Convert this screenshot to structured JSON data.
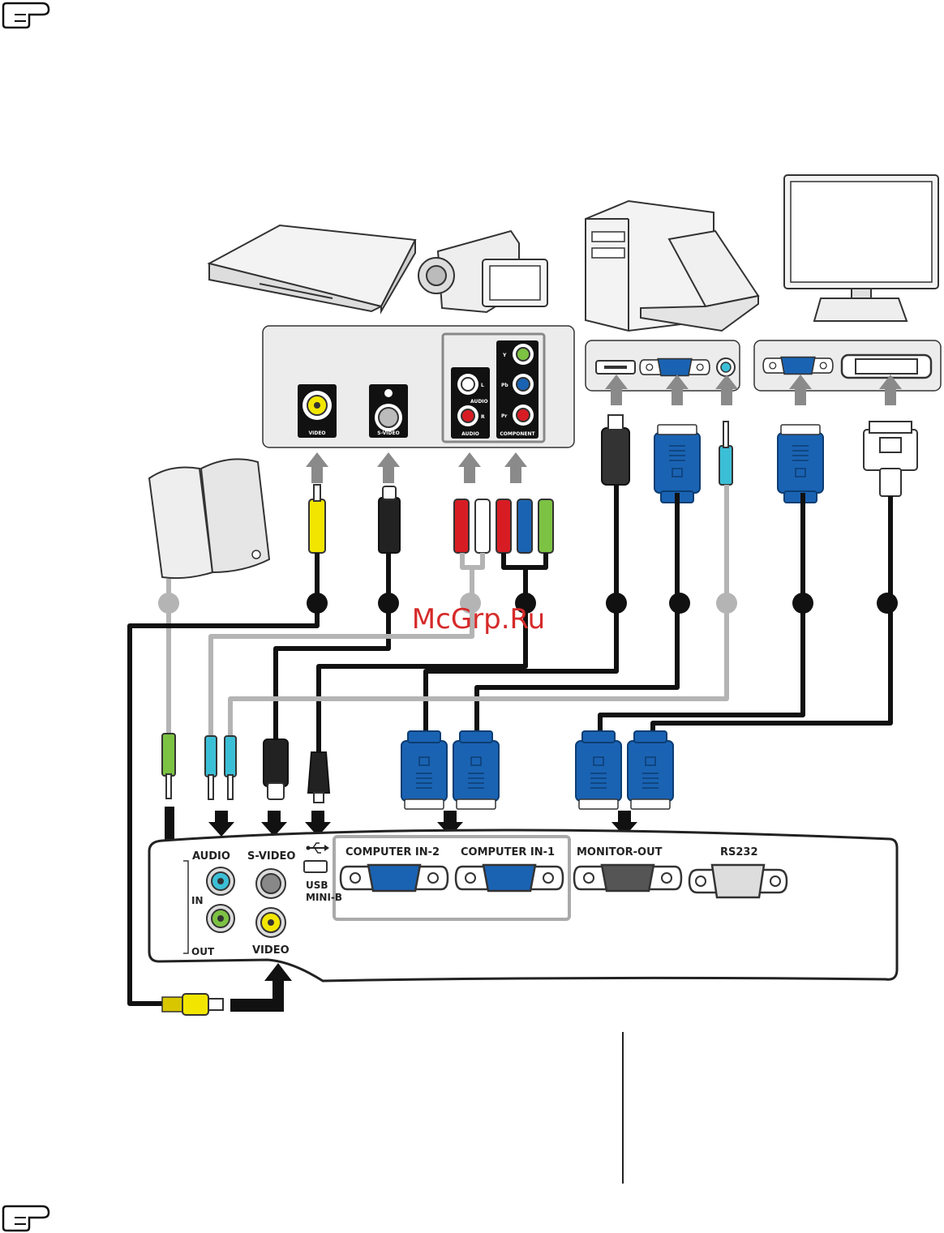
{
  "watermark": "McGrp.Ru",
  "device_panel": {
    "video": "VIDEO",
    "svideo": "S-VIDEO",
    "audio_small": "AUDIO",
    "audio": "AUDIO",
    "component": "COMPONENT",
    "comp_y": "Y",
    "comp_pb": "Pb",
    "comp_pr": "Pr",
    "audio_l": "L",
    "audio_r": "R"
  },
  "projector_panel": {
    "audio": "AUDIO",
    "audio_in": "IN",
    "audio_out": "OUT",
    "svideo": "S-VIDEO",
    "video": "VIDEO",
    "usb_line1": "USB",
    "usb_line2": "MINI-B",
    "computer_in2": "COMPUTER IN-2",
    "computer_in1": "COMPUTER IN-1",
    "monitor_out": "MONITOR-OUT",
    "rs232": "RS232"
  },
  "icons": [
    "pointing-hand-icon",
    "dvd-player-icon",
    "camcorder-icon",
    "desktop-pc-icon",
    "laptop-icon",
    "monitor-icon",
    "speakers-icon",
    "usb-icon"
  ],
  "colors": {
    "cable": "#111111",
    "cable_grey": "#b4b4b4",
    "vga_blue": "#1a63b3",
    "arrow_grey": "#8a8a8a",
    "rca_yellow": "#f2e600",
    "rca_red": "#d81c24",
    "audio_green": "#7cc243",
    "audio_cyan": "#3bbfd6"
  }
}
